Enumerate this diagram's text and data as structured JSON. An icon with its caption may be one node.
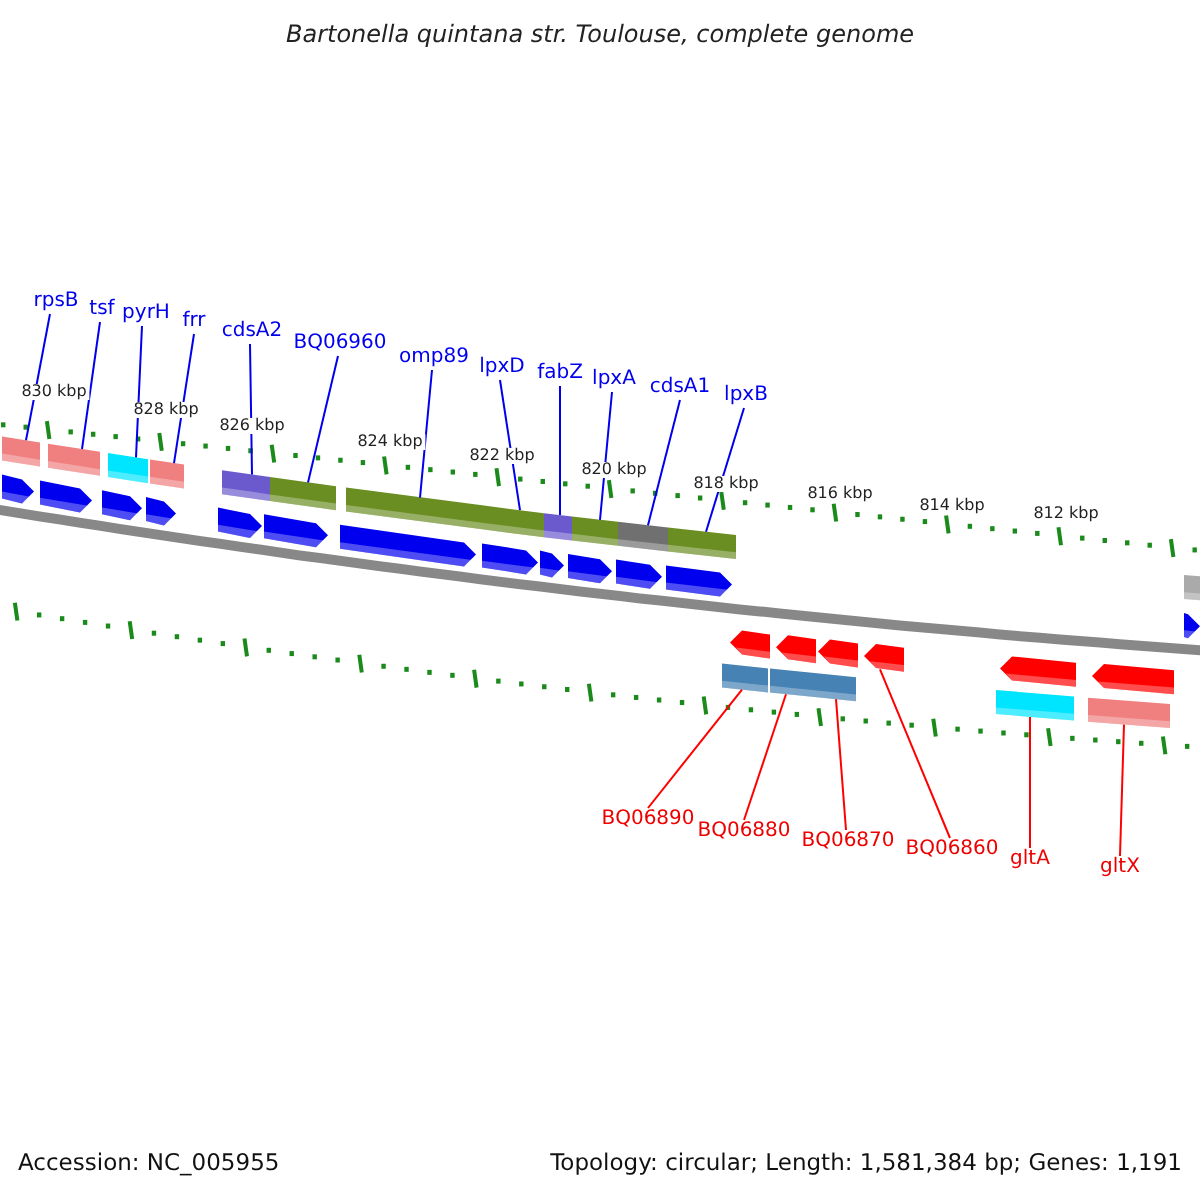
{
  "diagram": {
    "title": "Bartonella quintana str. Toulouse, complete genome",
    "nodes": [
      {
        "text": [
          "rpsB"
        ]
      },
      {
        "text": [
          "tsf"
        ]
      },
      {
        "text": [
          "pyrH"
        ]
      },
      {
        "text": [
          "frr"
        ]
      },
      {
        "text": [
          "cdsA2"
        ]
      },
      {
        "text": [
          "BQ06960"
        ]
      },
      {
        "text": [
          "omp89"
        ]
      },
      {
        "text": [
          "lpxD"
        ]
      },
      {
        "text": [
          "fabZ"
        ]
      },
      {
        "text": [
          "lpxA"
        ]
      },
      {
        "text": [
          "cdsA1"
        ]
      },
      {
        "text": [
          "lpxB"
        ]
      },
      {
        "text": [
          "BQ06890"
        ]
      },
      {
        "text": [
          "BQ06880"
        ]
      },
      {
        "text": [
          "BQ06870"
        ]
      },
      {
        "text": [
          "BQ06860"
        ]
      },
      {
        "text": [
          "gltA"
        ]
      },
      {
        "text": [
          "gltX"
        ]
      },
      {
        "text": [],
        "shape": "bar"
      },
      {
        "text": [],
        "shape": "bar"
      },
      {
        "text": [],
        "shape": "bar"
      },
      {
        "text": [],
        "shape": "bar"
      },
      {
        "text": [],
        "shape": "bar"
      },
      {
        "text": [],
        "shape": "bar"
      },
      {
        "text": [],
        "shape": "bar"
      },
      {
        "text": [],
        "shape": "bar"
      },
      {
        "text": [],
        "shape": "bar"
      },
      {
        "text": [],
        "shape": "bar"
      },
      {
        "text": [],
        "shape": "bar"
      },
      {
        "text": [],
        "shape": "bar"
      },
      {
        "text": [],
        "shape": "bar"
      },
      {
        "text": [],
        "shape": "arrow"
      },
      {
        "text": [],
        "shape": "arrow"
      },
      {
        "text": [],
        "shape": "arrow"
      },
      {
        "text": [],
        "shape": "arrow"
      },
      {
        "text": [],
        "shape": "arrow"
      },
      {
        "text": [],
        "shape": "arrow"
      },
      {
        "text": [],
        "shape": "arrow"
      },
      {
        "text": [],
        "shape": "arrow"
      },
      {
        "text": [],
        "shape": "arrow"
      },
      {
        "text": [],
        "shape": "arrow"
      },
      {
        "text": [],
        "shape": "arrow"
      },
      {
        "text": [],
        "shape": "arrow"
      },
      {
        "text": [],
        "shape": "arrow"
      },
      {
        "text": [],
        "shape": "arrow"
      },
      {
        "text": [],
        "shape": "arrow"
      },
      {
        "text": [],
        "shape": "arrow"
      },
      {
        "text": [],
        "shape": "arrow"
      },
      {
        "text": [],
        "shape": "arrow"
      },
      {
        "text": [],
        "shape": "arrow"
      },
      {
        "text": [],
        "shape": "bar"
      },
      {
        "text": [],
        "shape": "bar"
      },
      {
        "text": [],
        "shape": "bar"
      },
      {
        "text": [],
        "shape": "bar"
      },
      {
        "text": [],
        "shape": "bar"
      }
    ],
    "edges": [
      {
        "from": 0,
        "to": 18,
        "arrow": "none"
      },
      {
        "from": 1,
        "to": 19,
        "arrow": "none"
      },
      {
        "from": 2,
        "to": 20,
        "arrow": "none"
      },
      {
        "from": 3,
        "to": 21,
        "arrow": "none"
      },
      {
        "from": 4,
        "to": 22,
        "arrow": "none"
      },
      {
        "from": 5,
        "to": 23,
        "arrow": "none"
      },
      {
        "from": 6,
        "to": 24,
        "arrow": "none"
      },
      {
        "from": 7,
        "to": 25,
        "arrow": "none"
      },
      {
        "from": 8,
        "to": 26,
        "arrow": "none"
      },
      {
        "from": 9,
        "to": 27,
        "arrow": "none"
      },
      {
        "from": 10,
        "to": 28,
        "arrow": "none"
      },
      {
        "from": 11,
        "to": 29,
        "arrow": "none"
      },
      {
        "from": 12,
        "to": 50,
        "arrow": "none",
        "color": "#ff0000"
      },
      {
        "from": 13,
        "to": 51,
        "arrow": "none",
        "color": "#ff0000"
      },
      {
        "from": 14,
        "to": 52,
        "arrow": "none",
        "color": "#ff0000"
      },
      {
        "from": 15,
        "to": 47,
        "arrow": "none",
        "color": "#ff0000"
      },
      {
        "from": 16,
        "to": 53,
        "arrow": "none",
        "color": "#ff0000"
      },
      {
        "from": 17,
        "to": 54,
        "arrow": "none",
        "color": "#ff0000"
      }
    ],
    "labels": [
      "830 kbp",
      "828 kbp",
      "826 kbp",
      "824 kbp",
      "822 kbp",
      "820 kbp",
      "818 kbp",
      "816 kbp",
      "814 kbp",
      "812 kbp",
      "Accession: NC_005955",
      "Topology: circular; Length: 1,581,384 bp; Genes: 1,191"
    ]
  }
}
